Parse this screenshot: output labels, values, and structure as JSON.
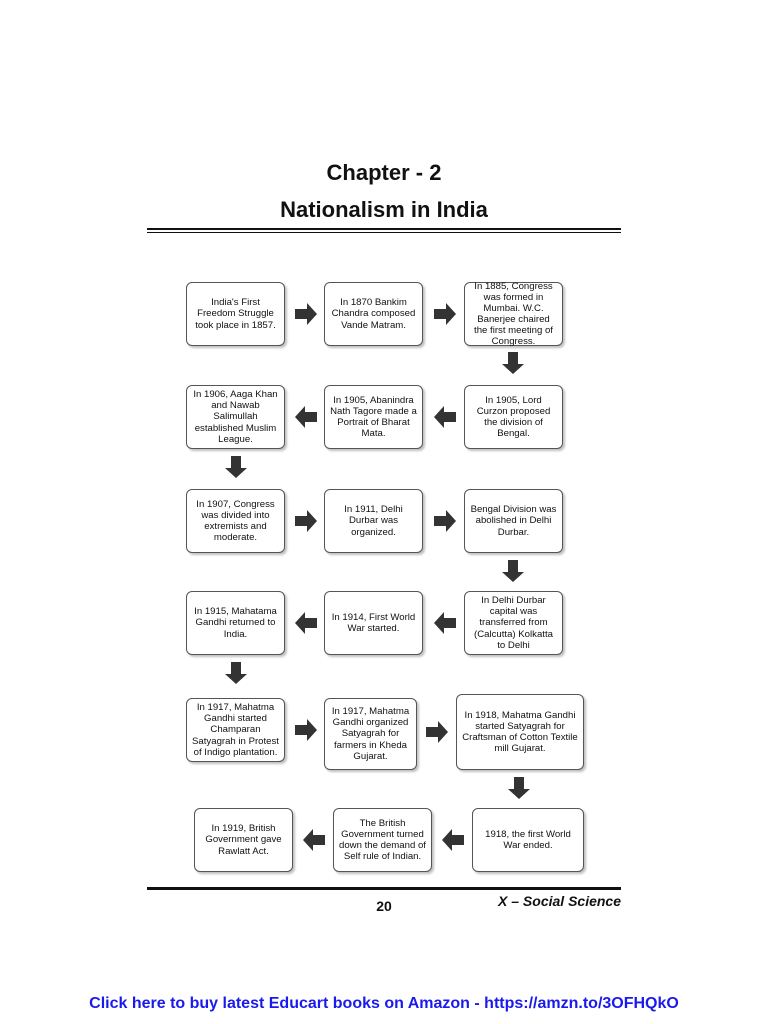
{
  "header": {
    "chapter": "Chapter - 2",
    "title": "Nationalism in India"
  },
  "flow": {
    "boxes": [
      "India's First Freedom Struggle took place in 1857.",
      "In 1870 Bankim Chandra composed Vande Matram.",
      "In 1885, Congress was formed in Mumbai. W.C. Banerjee chaired the first meeting of Congress.",
      "In 1905, Lord Curzon proposed the division of Bengal.",
      "In 1905, Abanindra Nath Tagore made a Portrait of Bharat Mata.",
      "In 1906, Aaga Khan and Nawab Salimullah established Muslim League.",
      "In 1907, Congress was divided into extremists and moderate.",
      "In 1911, Delhi Durbar was organized.",
      "Bengal Division was abolished in Delhi Durbar.",
      "In Delhi Durbar capital was transferred from (Calcutta) Kolkatta to Delhi",
      "In 1914, First World War started.",
      "In 1915, Mahatama Gandhi returned to India.",
      "In 1917, Mahatma Gandhi started Champaran Satyagrah in Protest of Indigo plantation.",
      "In 1917, Mahatma Gandhi organized Satyagrah for farmers in Kheda Gujarat.",
      "In 1918, Mahatma Gandhi started Satyagrah for Craftsman of Cotton Textile mill Gujarat.",
      "1918, the first World War ended.",
      "The British Government turned down the demand of Self rule of Indian.",
      "In 1919, British Government gave Rawlatt Act."
    ],
    "arrow_color": "#333333"
  },
  "footer": {
    "page_number": "20",
    "subject": "X – Social Science"
  },
  "banner": {
    "text": "Click here to buy latest Educart books on Amazon - https://amzn.to/3OFHQkO",
    "color": "#1a1aee"
  }
}
